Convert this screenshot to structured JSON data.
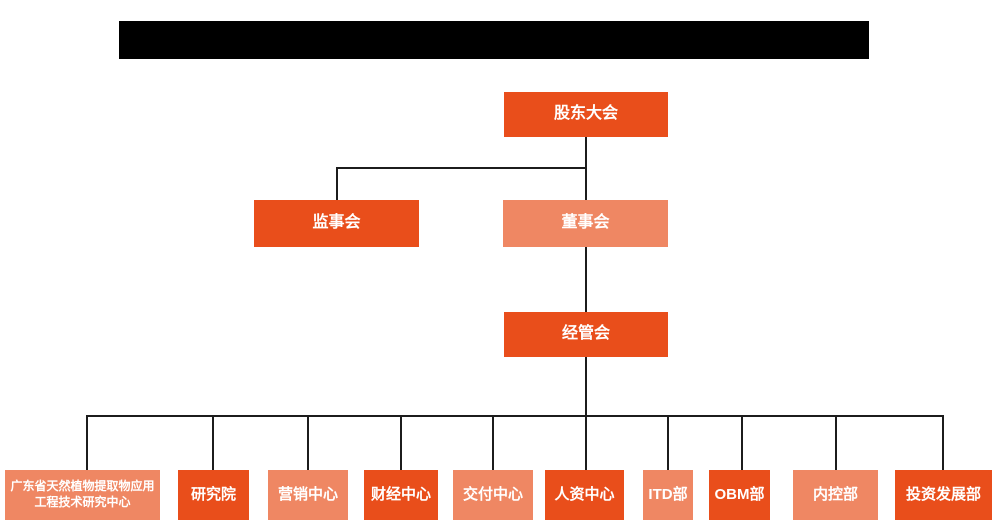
{
  "org_chart": {
    "colors": {
      "dark": "#E94E1B",
      "light": "#EF8763",
      "line": "#1C1C1C",
      "bar": "#000000",
      "bg": "#FFFFFF"
    },
    "nodes": [
      {
        "id": "shareholders-meeting",
        "label": "股东大会",
        "variant": "dark",
        "level": 1
      },
      {
        "id": "supervisory-board",
        "label": "监事会",
        "variant": "dark",
        "level": 2
      },
      {
        "id": "board-of-directors",
        "label": "董事会",
        "variant": "light",
        "level": 2
      },
      {
        "id": "management-committee",
        "label": "经管会",
        "variant": "dark",
        "level": 3
      },
      {
        "id": "gd-research-center",
        "label": "广东省天然植物提取物应用工程技术研究中心",
        "variant": "light",
        "level": 4
      },
      {
        "id": "research-institute",
        "label": "研究院",
        "variant": "dark",
        "level": 4
      },
      {
        "id": "marketing-center",
        "label": "营销中心",
        "variant": "light",
        "level": 4
      },
      {
        "id": "finance-center",
        "label": "财经中心",
        "variant": "dark",
        "level": 4
      },
      {
        "id": "delivery-center",
        "label": "交付中心",
        "variant": "light",
        "level": 4
      },
      {
        "id": "hr-center",
        "label": "人资中心",
        "variant": "dark",
        "level": 4
      },
      {
        "id": "itd-dept",
        "label": "ITD部",
        "variant": "light",
        "level": 4
      },
      {
        "id": "obm-dept",
        "label": "OBM部",
        "variant": "dark",
        "level": 4
      },
      {
        "id": "internal-control-dept",
        "label": "内控部",
        "variant": "light",
        "level": 4
      },
      {
        "id": "investment-development-dept",
        "label": "投资发展部",
        "variant": "dark",
        "level": 4
      }
    ]
  }
}
